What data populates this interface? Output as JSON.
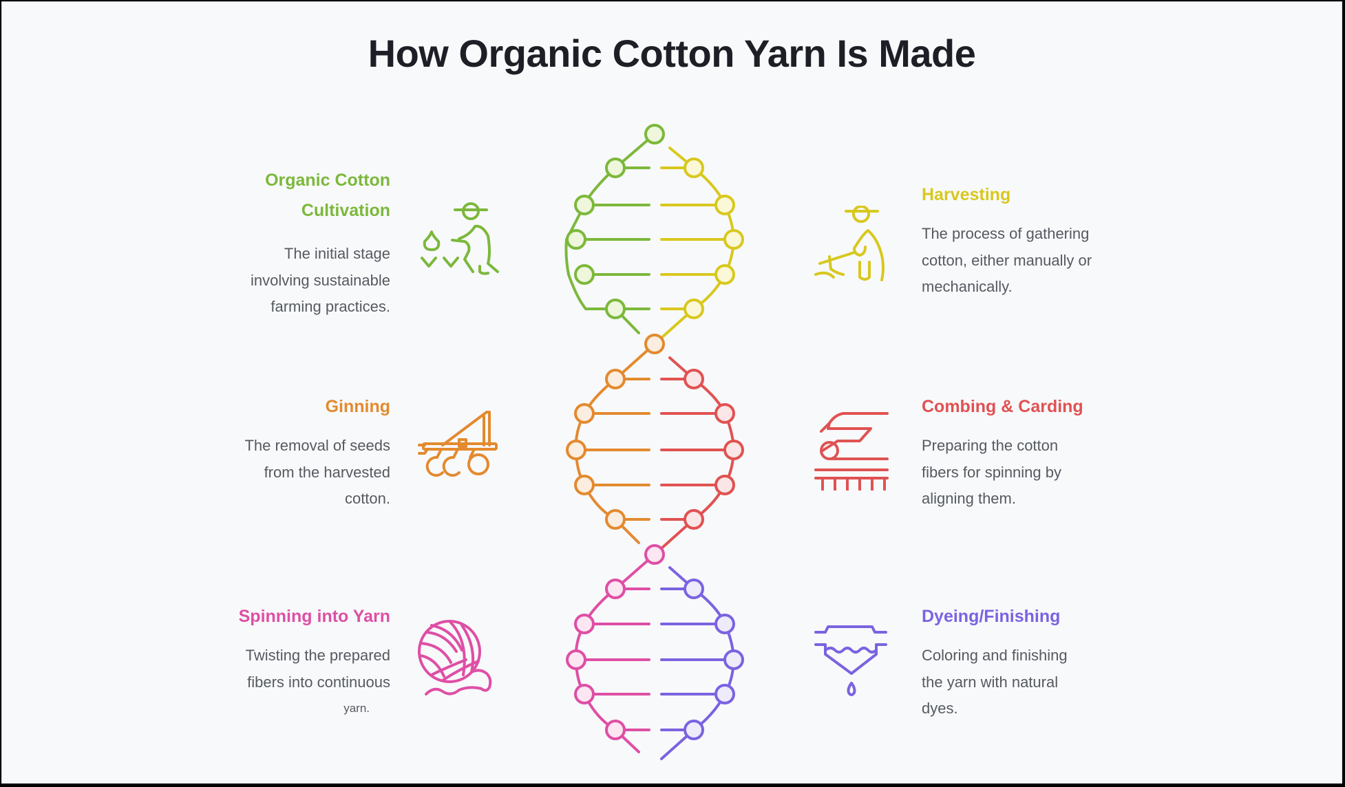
{
  "title": "How Organic Cotton Yarn Is Made",
  "steps": [
    {
      "id": "organic-cotton-cultivation",
      "heading_line1": "Organic Cotton",
      "heading_line2": "Cultivation",
      "desc_lines": [
        "The initial stage",
        "involving sustainable",
        "farming practices."
      ],
      "color": "#7cb83b",
      "icon": "farmer-planting-icon",
      "side": "left"
    },
    {
      "id": "harvesting",
      "heading": "Harvesting",
      "desc_lines": [
        "The process of gathering",
        "cotton, either manually or",
        "mechanically."
      ],
      "color": "#d8c81e",
      "icon": "farmer-harvesting-icon",
      "side": "right"
    },
    {
      "id": "ginning",
      "heading": "Ginning",
      "desc_lines": [
        "The removal of seeds",
        "from the harvested",
        "cotton."
      ],
      "color": "#e38a2f",
      "icon": "plow-machine-icon",
      "side": "left"
    },
    {
      "id": "combing-carding",
      "heading": "Combing & Carding",
      "desc_lines": [
        "Preparing the cotton",
        "fibers for spinning by",
        "aligning them."
      ],
      "color": "#e05252",
      "icon": "carding-machine-icon",
      "side": "right"
    },
    {
      "id": "spinning-into-yarn",
      "heading": "Spinning into Yarn",
      "desc_lines": [
        "Twisting the prepared",
        "fibers into continuous",
        "yarn."
      ],
      "color": "#de4fa5",
      "icon": "yarn-ball-icon",
      "side": "left"
    },
    {
      "id": "dyeing-finishing",
      "heading": "Dyeing/Finishing",
      "desc_lines": [
        "Coloring and finishing",
        "the yarn with natural",
        "dyes."
      ],
      "color": "#7b63e0",
      "icon": "dye-vat-icon",
      "side": "right"
    }
  ],
  "helix": {
    "segments": [
      {
        "left_color": "#7cb83b",
        "right_color": "#d8c81e",
        "left_fill": "#eef6dc",
        "right_fill": "#fbf8d8"
      },
      {
        "left_color": "#e38a2f",
        "right_color": "#e05252",
        "left_fill": "#fbeee0",
        "right_fill": "#fae6e6"
      },
      {
        "left_color": "#de4fa5",
        "right_color": "#7b63e0",
        "left_fill": "#fbe6f2",
        "right_fill": "#eeebfa"
      }
    ]
  }
}
